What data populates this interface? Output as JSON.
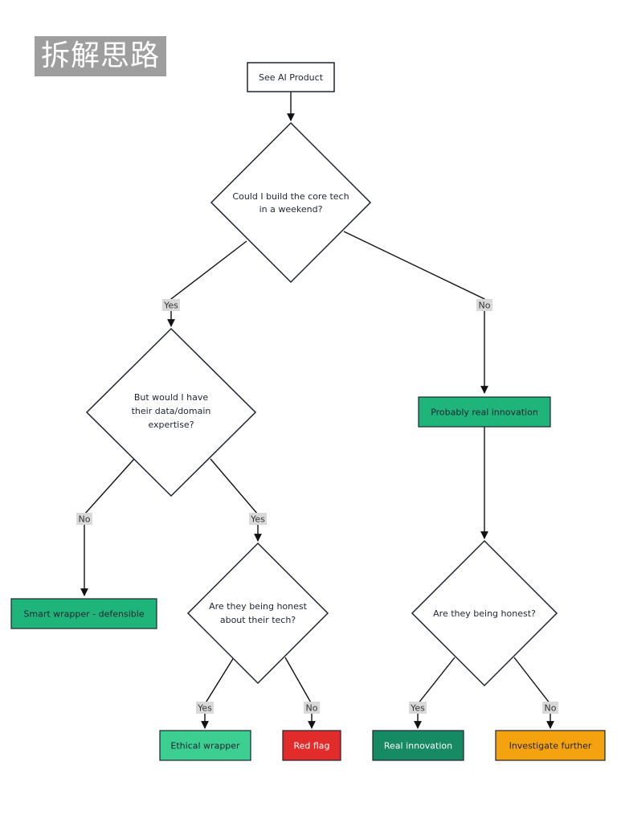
{
  "title": "拆解思路",
  "nodes": {
    "start": "See AI Product",
    "q1": [
      "Could I build the core tech",
      "in a weekend?"
    ],
    "q2": [
      "But would I have",
      "their data/domain",
      "expertise?"
    ],
    "q3": [
      "Are they being honest",
      "about their tech?"
    ],
    "q4": [
      "Are they being honest?"
    ],
    "probably_real": "Probably real innovation",
    "smart_wrapper": "Smart wrapper - defensible",
    "ethical_wrapper": "Ethical wrapper",
    "red_flag": "Red flag",
    "real_innovation": "Real innovation",
    "investigate": "Investigate further"
  },
  "edge_labels": {
    "yes": "Yes",
    "no": "No"
  },
  "colors": {
    "green": "#1fb57a",
    "light_green": "#3ccf91",
    "dark_green": "#168a62",
    "red": "#e22b2b",
    "orange": "#f5a20f",
    "border": "#1f2430",
    "label_bg": "#d9d9d9"
  }
}
